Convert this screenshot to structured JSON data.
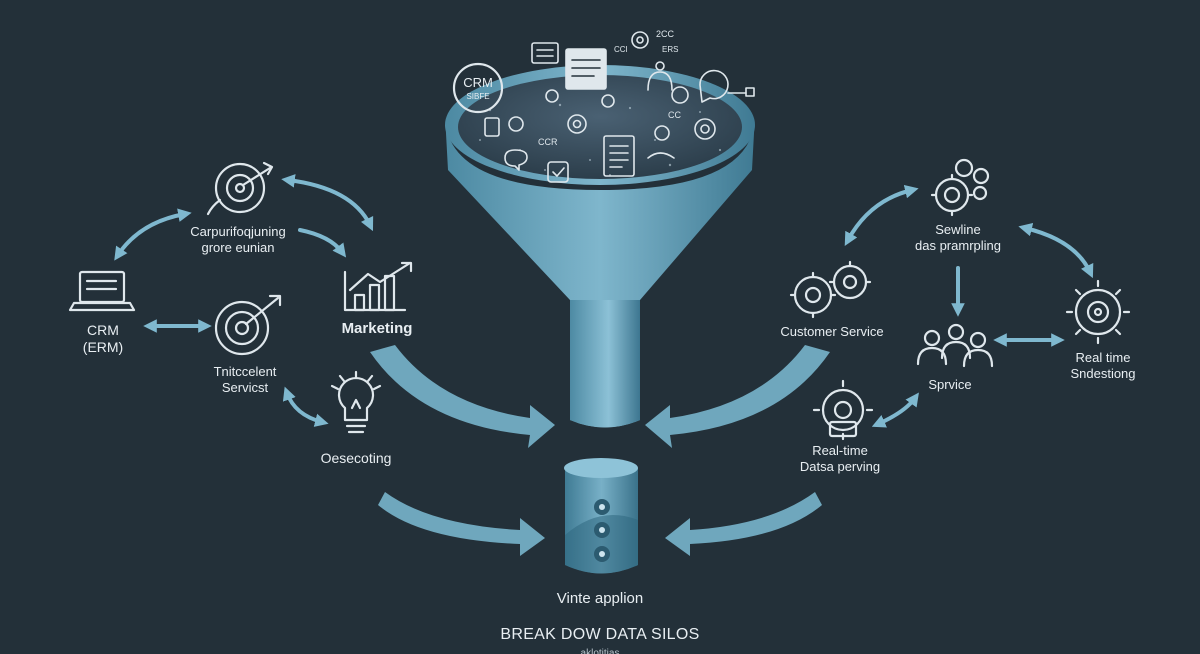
{
  "colors": {
    "background": "#233039",
    "accent": "#79b4ca",
    "funnel": "#5f9fb8",
    "text": "#e8eef2"
  },
  "left_nodes": [
    {
      "id": "cp",
      "label": "Carpurifoqjuning\ngrore eunian",
      "icon": "target-icon"
    },
    {
      "id": "crm",
      "label": "CRM\n(ERM)",
      "icon": "laptop-icon"
    },
    {
      "id": "marketing",
      "label": "Marketing",
      "icon": "growth-chart-icon"
    },
    {
      "id": "ts",
      "label": "Tnitccelent\nServicst",
      "icon": "target-icon"
    },
    {
      "id": "oe",
      "label": "Oesecoting",
      "icon": "lightbulb-icon"
    }
  ],
  "right_nodes": [
    {
      "id": "sd",
      "label": "Sewline\ndas pramrpling",
      "icon": "gears-cluster-icon"
    },
    {
      "id": "cs",
      "label": "Customer Service",
      "icon": "gears-icon"
    },
    {
      "id": "svc",
      "label": "Sprvice",
      "icon": "people-icon"
    },
    {
      "id": "rts",
      "label": "Real time\nSndestiong",
      "icon": "gear-icon"
    },
    {
      "id": "rtd",
      "label": "Real-time\nDatsa perving",
      "icon": "brain-gear-icon"
    }
  ],
  "funnel": {
    "crm_badge_title": "CRM",
    "crm_badge_sub": "SIBFE",
    "top_small_1": "2CC",
    "top_small_2": "ERS",
    "top_small_3": "CCI",
    "inner_text_1": "CCR",
    "inner_text_2": "CC"
  },
  "center": {
    "database_label": "Vinte applion",
    "footer_title": "BREAK DOW DATA SILOS",
    "footer_sub": "aklotitias"
  }
}
